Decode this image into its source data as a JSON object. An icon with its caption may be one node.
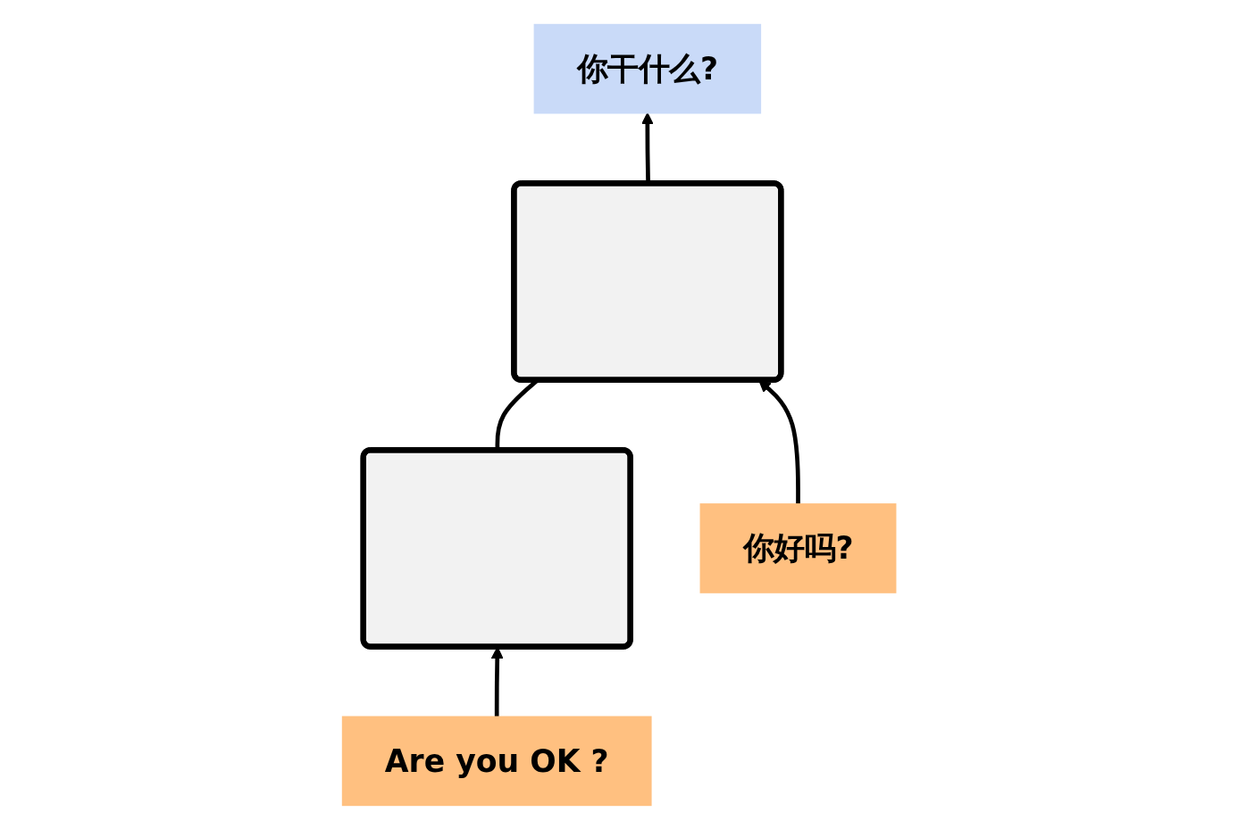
{
  "diagram": {
    "nodes": [
      {
        "text": [
          "你干什么?"
        ]
      },
      {
        "text": [],
        "shape": "box"
      },
      {
        "text": [],
        "shape": "box"
      },
      {
        "text": [
          "Are you OK ?"
        ]
      },
      {
        "text": [
          "你好吗?"
        ]
      }
    ],
    "edges": [
      {
        "from": 3,
        "to": 1,
        "arrow": "to"
      },
      {
        "from": 1,
        "to": 2,
        "arrow": "none"
      },
      {
        "from": 4,
        "to": 2,
        "arrow": "to"
      },
      {
        "from": 2,
        "to": 0,
        "arrow": "to"
      }
    ]
  }
}
